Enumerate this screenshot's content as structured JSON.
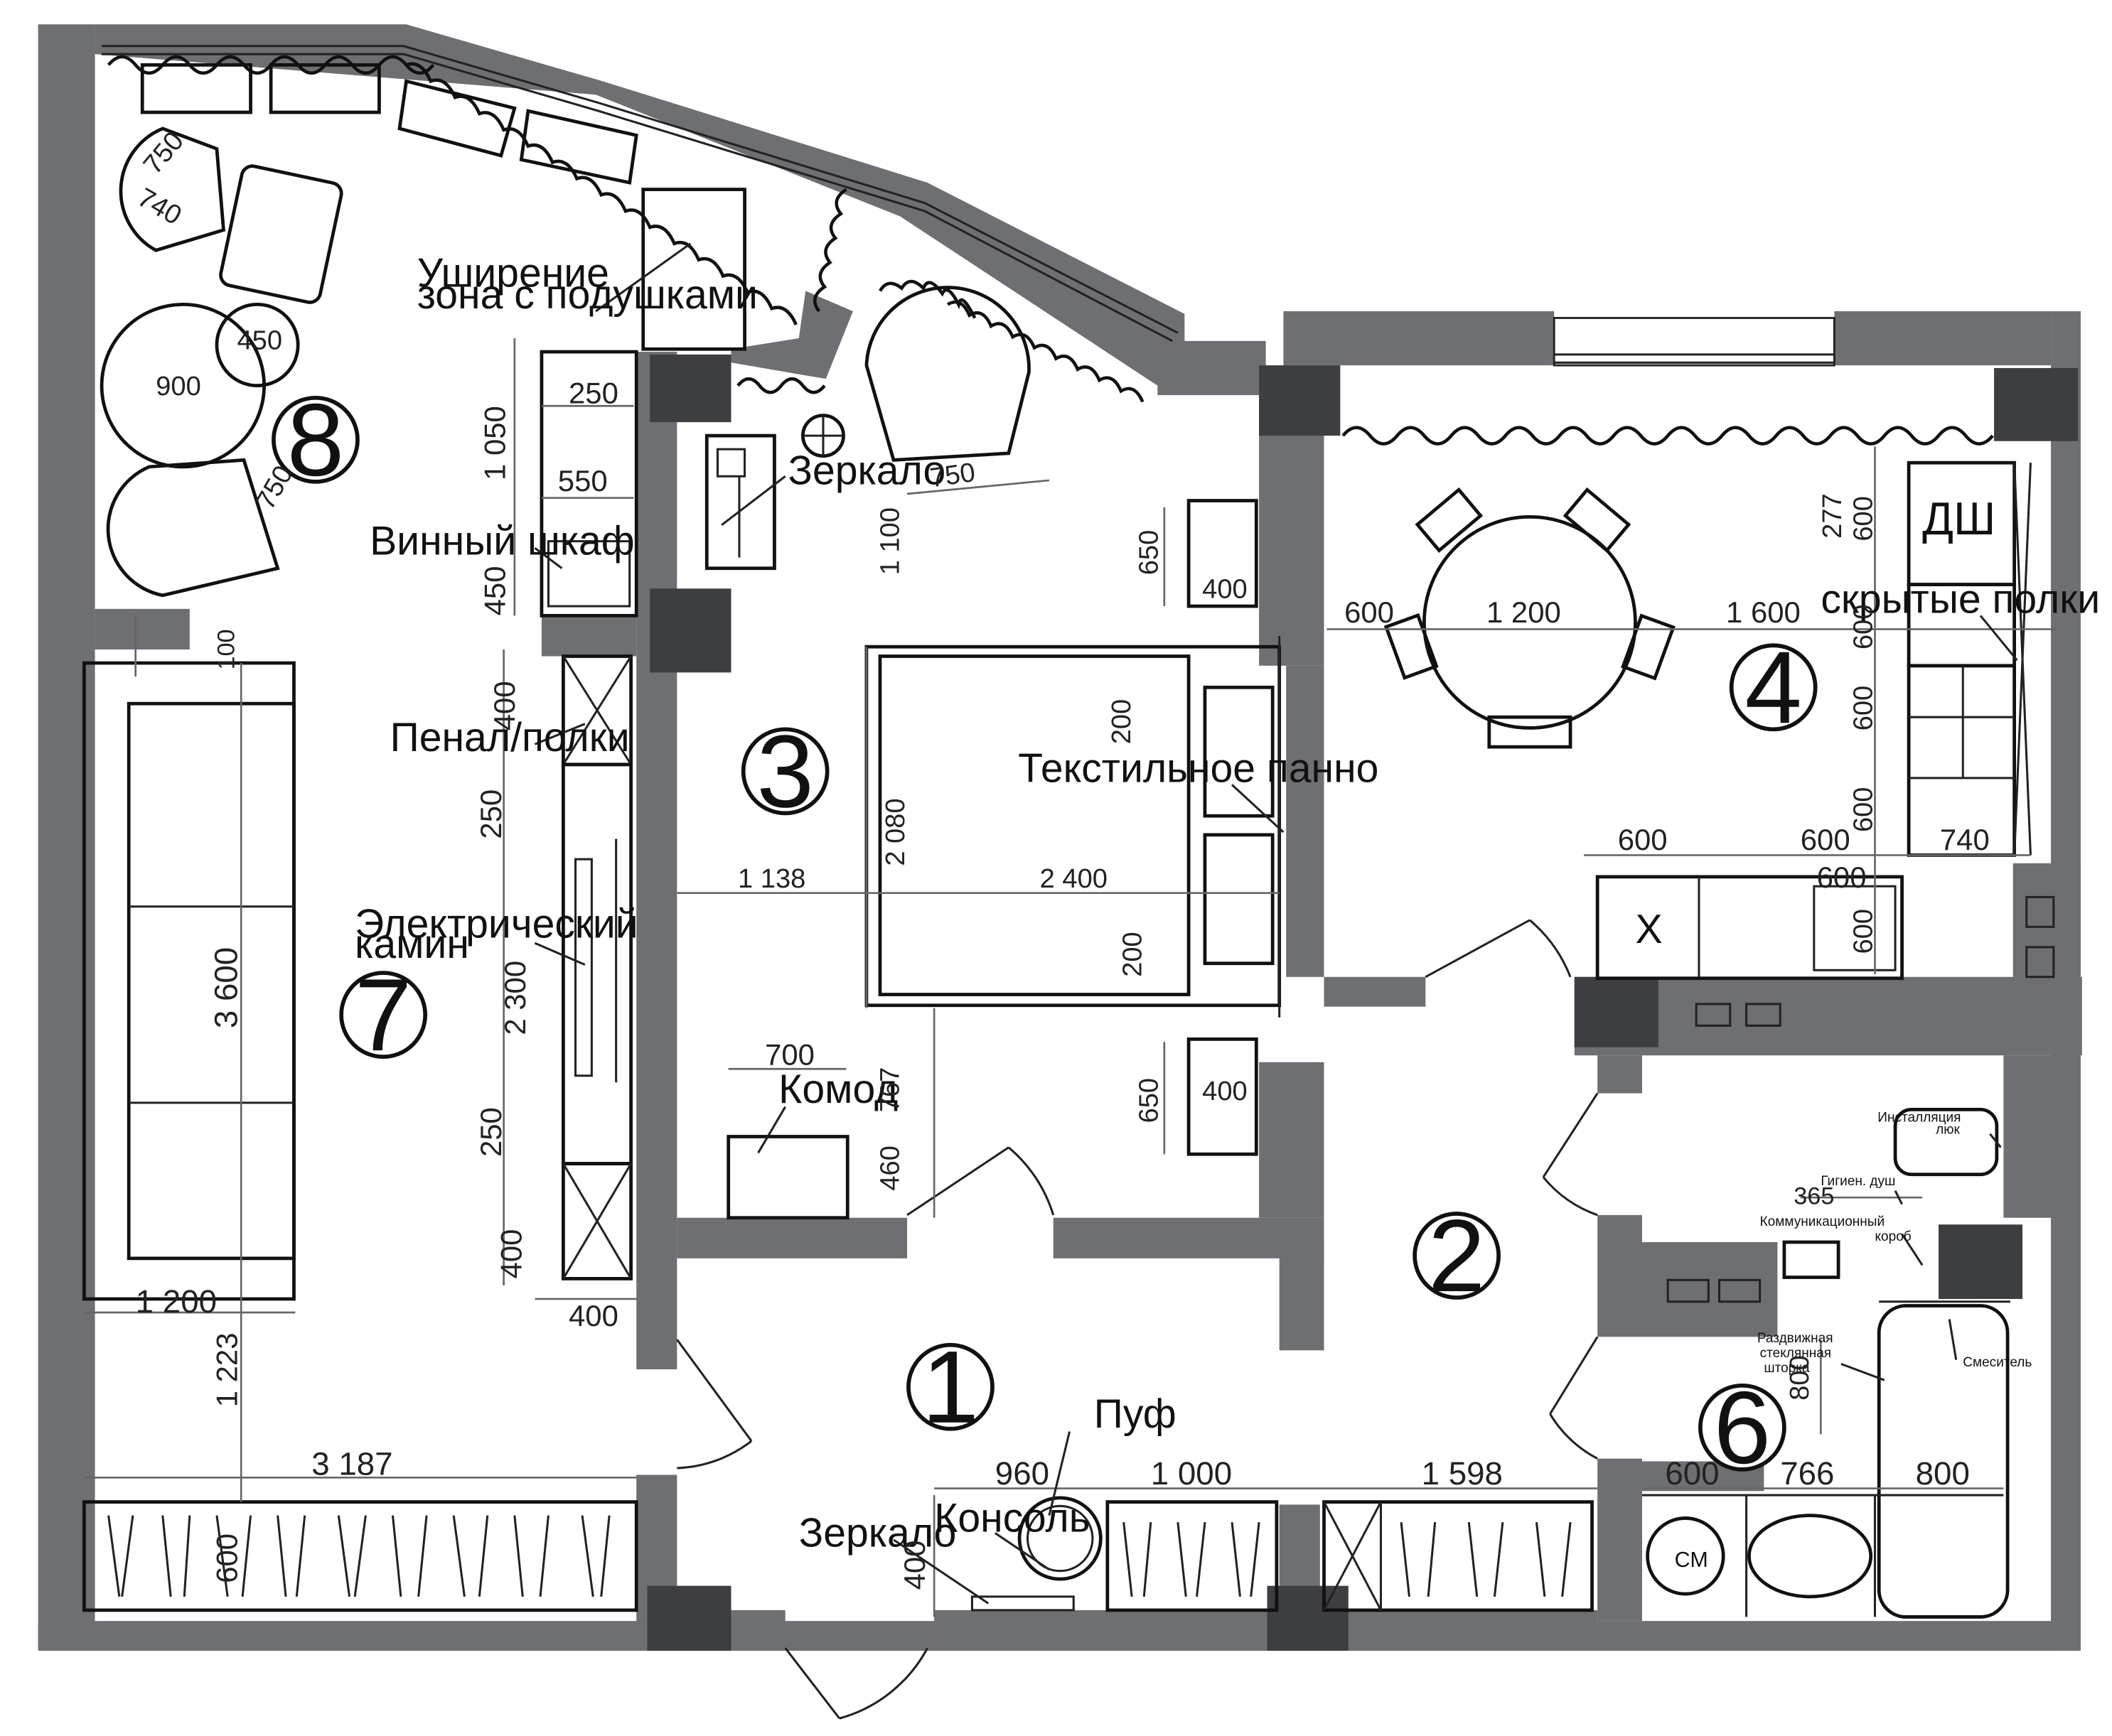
{
  "rooms": [
    "1",
    "2",
    "3",
    "4",
    "6",
    "7",
    "8"
  ],
  "labels": {
    "widening": "Уширение",
    "pillows": "зона с подушками",
    "mirror_top": "Зеркало",
    "wine": "Винный шкаф",
    "penal": "Пенал/полки",
    "fireplace1": "Электрический",
    "fireplace2": "камин",
    "textile": "Текстильное панно",
    "dresser": "Комод",
    "hidden_shelves": "скрытые полки",
    "dishwasher": "ДШ",
    "stove": "Х",
    "install1": "Инсталляция",
    "install2": "люк",
    "hyg_shower": "Гигиен. душ",
    "comm1": "Коммуникационный",
    "comm2": "короб",
    "slide1": "Раздвижная",
    "slide2": "стеклянная",
    "slide3": "шторка",
    "mixer": "Смеситель",
    "pouf": "Пуф",
    "console": "Консоль",
    "mirror_bottom": "Зеркало",
    "washer": "СМ"
  },
  "dims": {
    "d750a": "750",
    "d740": "740",
    "d450a": "450",
    "d900": "900",
    "d750b": "750",
    "d250a": "250",
    "d1050": "1 050",
    "d550": "550",
    "d450b": "450",
    "d100": "100",
    "d750c": "750",
    "d1100": "1 100",
    "d650a": "650",
    "d400a": "400",
    "d600a": "600",
    "d1200a": "1 200",
    "d1600": "1 600",
    "d277": "277",
    "d600b": "600",
    "d600c": "600",
    "d600d": "600",
    "d600e": "600",
    "d600f": "600",
    "d600g": "600",
    "d740b": "740",
    "d600h": "600",
    "d600i": "600",
    "d400b": "400",
    "d250b": "250",
    "d3600": "3 600",
    "d2300": "2 300",
    "d250c": "250",
    "d400c": "400",
    "d400d": "400",
    "d200a": "200",
    "d2080": "2 080",
    "d1138": "1 138",
    "d2400": "2 400",
    "d200b": "200",
    "d700": "700",
    "d767": "767",
    "d650b": "650",
    "d400e": "400",
    "d460": "460",
    "d1200b": "1 200",
    "d1223": "1 223",
    "d3187": "3 187",
    "d600j": "600",
    "d960": "960",
    "d1000": "1 000",
    "d1598": "1 598",
    "d400f": "400",
    "d365": "365",
    "d800a": "800",
    "d600k": "600",
    "d766": "766",
    "d800b": "800"
  }
}
